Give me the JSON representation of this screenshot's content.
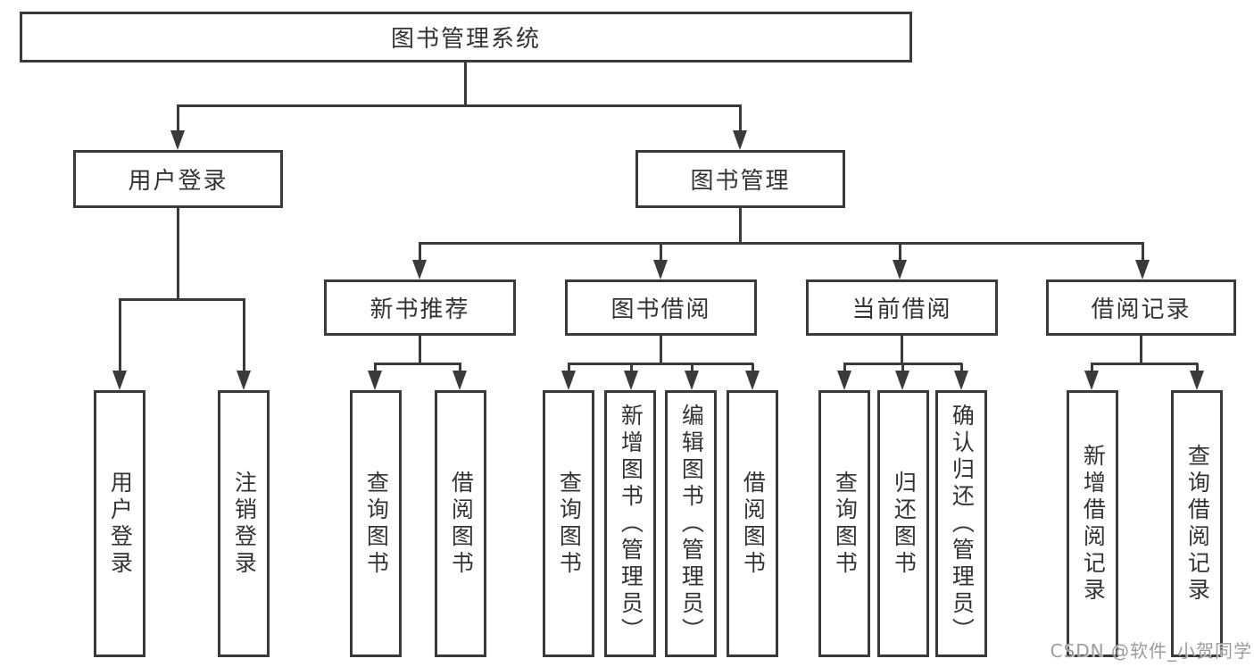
{
  "diagram": {
    "root": "图书管理系统",
    "level2": [
      "用户登录",
      "图书管理"
    ],
    "level3": [
      "新书推荐",
      "图书借阅",
      "当前借阅",
      "借阅记录"
    ],
    "leaves": {
      "user_login": [
        "用户登录",
        "注销登录"
      ],
      "new_book_recommend": [
        "查询图书",
        "借阅图书"
      ],
      "book_borrow": [
        "查询图书",
        "新增图书（管理员）",
        "编辑图书（管理员）",
        "借阅图书"
      ],
      "current_borrow": [
        "查询图书",
        "归还图书",
        "确认归还（管理员）"
      ],
      "borrow_records": [
        "新增借阅记录",
        "查询借阅记录"
      ]
    }
  },
  "watermark": {
    "text": "CSDN @软件_小贺同学"
  },
  "colors": {
    "line": "#3a3a3a",
    "ink": "#333333",
    "watermark": "#9c9c9c",
    "canvas": "#ffffff"
  }
}
